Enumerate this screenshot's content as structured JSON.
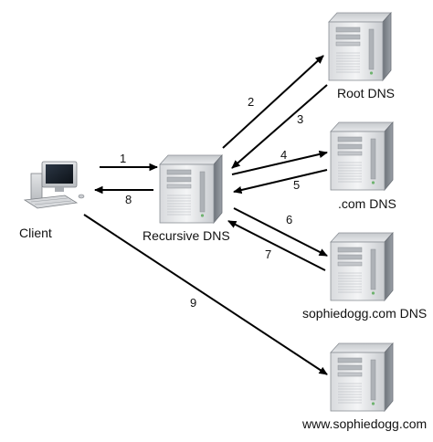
{
  "nodes": {
    "client": {
      "label": "Client"
    },
    "recursive": {
      "label": "Recursive DNS"
    },
    "root": {
      "label": "Root DNS"
    },
    "com": {
      "label": ".com DNS"
    },
    "auth": {
      "label": "sophiedogg.com DNS"
    },
    "web": {
      "label": "www.sophiedogg.com"
    }
  },
  "steps": [
    "1",
    "2",
    "3",
    "4",
    "5",
    "6",
    "7",
    "8",
    "9"
  ]
}
